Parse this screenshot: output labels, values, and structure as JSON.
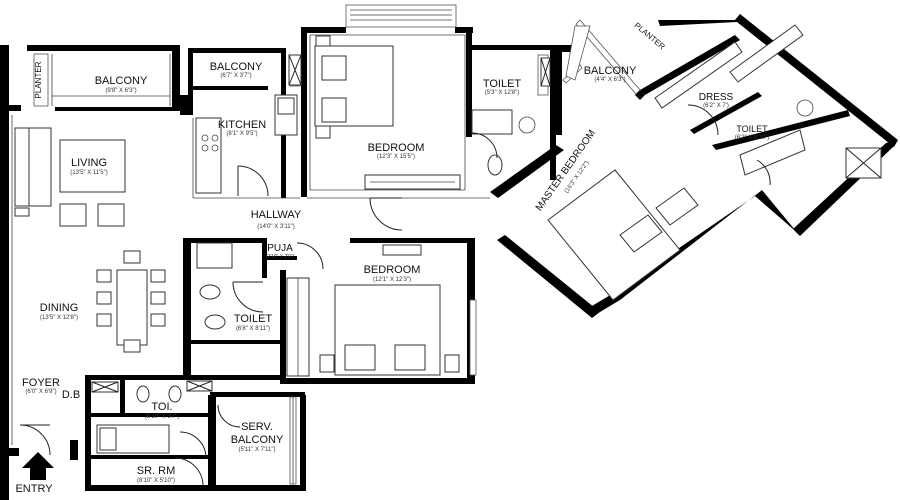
{
  "rooms": {
    "balcony_living": {
      "name": "BALCONY",
      "dim": "(9'8\" X 6'3\")"
    },
    "planter_left": {
      "name": "PLANTER"
    },
    "balcony_kitchen": {
      "name": "BALCONY",
      "dim": "(6'7\" X 3'7\")"
    },
    "kitchen": {
      "name": "KITCHEN",
      "dim": "(8'1\" X 9'5\")"
    },
    "bedroom_top": {
      "name": "BEDROOM",
      "dim": "(12'3\" X 15'5\")"
    },
    "toilet_top": {
      "name": "TOILET",
      "dim": "(5'3\" X 12'8\")"
    },
    "living": {
      "name": "LIVING",
      "dim": "(13'5\" X 11'5\")"
    },
    "hallway": {
      "name": "HALLWAY",
      "dim": "(14'0\" X 3'11\")"
    },
    "puja": {
      "name": "PUJA",
      "dim": "(2'10\" X 2'0\")"
    },
    "bedroom_mid": {
      "name": "BEDROOM",
      "dim": "(12'1\" X 12'3\")"
    },
    "toilet_mid": {
      "name": "TOILET",
      "dim": "(6'8\" X 8'11\")"
    },
    "dining": {
      "name": "DINING",
      "dim": "(13'5\" X 12'8\")"
    },
    "foyer": {
      "name": "FOYER",
      "dim": "(6'0\" X 6'9\")"
    },
    "db": {
      "name": "D.B"
    },
    "toi": {
      "name": "TOI.",
      "dim": "(8'10\" X 3'7\")"
    },
    "serv_balcony": {
      "name1": "SERV.",
      "name2": "BALCONY",
      "dim": "(5'11\" X 7'11\")"
    },
    "sr_rm": {
      "name": "SR. RM",
      "dim": "(8'10\" X 5'10\")"
    },
    "balcony_master": {
      "name": "BALCONY",
      "dim": "(4'4\" X 6'3\")"
    },
    "planter_right": {
      "name": "PLANTER"
    },
    "dress": {
      "name": "DRESS",
      "dim": "(6'2\" X 7')"
    },
    "toilet_master": {
      "name": "TOILET",
      "dim": "(6'2\" X 8'10\")"
    },
    "master_bedroom": {
      "name": "MASTER BEDROOM",
      "dim": "(16'3\" X 12'2\")"
    }
  },
  "entry": {
    "label": "ENTRY"
  }
}
